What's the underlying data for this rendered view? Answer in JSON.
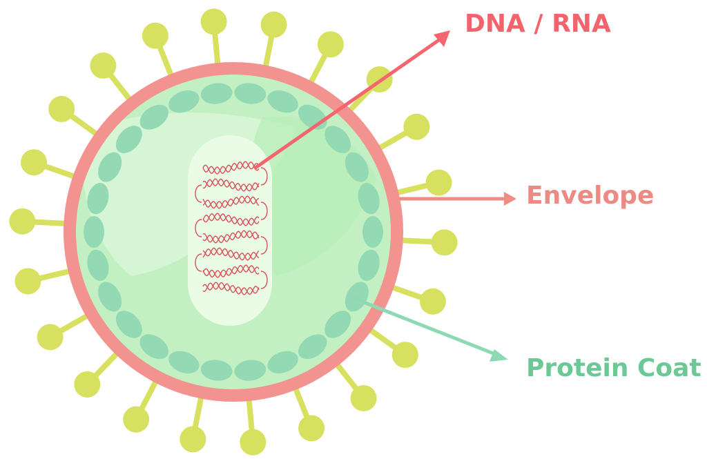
{
  "diagram": {
    "subject": "virus structure",
    "labels": {
      "dna_rna": "DNA / RNA",
      "envelope": "Envelope",
      "protein_coat": "Protein Coat"
    },
    "colors": {
      "spike": "#d7e05f",
      "envelope": "#f2938f",
      "interior": "#c3f0c3",
      "capsomere": "#93d9b3",
      "core": "#eafbe6",
      "genome": "#d9505a",
      "dna_rna_label": "#f2646d",
      "envelope_label": "#ec8a84",
      "protein_coat_label": "#6cc995",
      "dna_rna_arrow": "#f4656f",
      "envelope_arrow": "#ef8c86",
      "protein_coat_arrow": "#8ed9b3"
    }
  }
}
